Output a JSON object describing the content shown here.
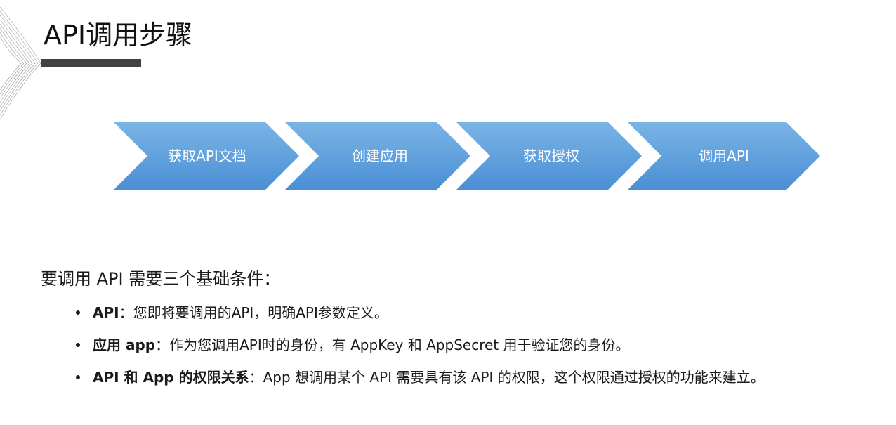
{
  "slide": {
    "title": "API调用步骤"
  },
  "flow": {
    "steps": [
      {
        "label": "获取API文档"
      },
      {
        "label": "创建应用"
      },
      {
        "label": "获取授权"
      },
      {
        "label": "调用API"
      }
    ],
    "color_top": "#7ab4e6",
    "color_bottom": "#4a8fd4"
  },
  "body": {
    "intro": "要调用 API 需要三个基础条件：",
    "bullets": [
      {
        "term": "API",
        "text": "：您即将要调用的API，明确API参数定义。"
      },
      {
        "term": "应用 app",
        "text": "：作为您调用API时的身份，有 AppKey 和 AppSecret 用于验证您的身份。"
      },
      {
        "term": "API 和 App 的权限关系",
        "text": "：App 想调用某个 API 需要具有该 API 的权限，这个权限通过授权的功能来建立。"
      }
    ]
  }
}
